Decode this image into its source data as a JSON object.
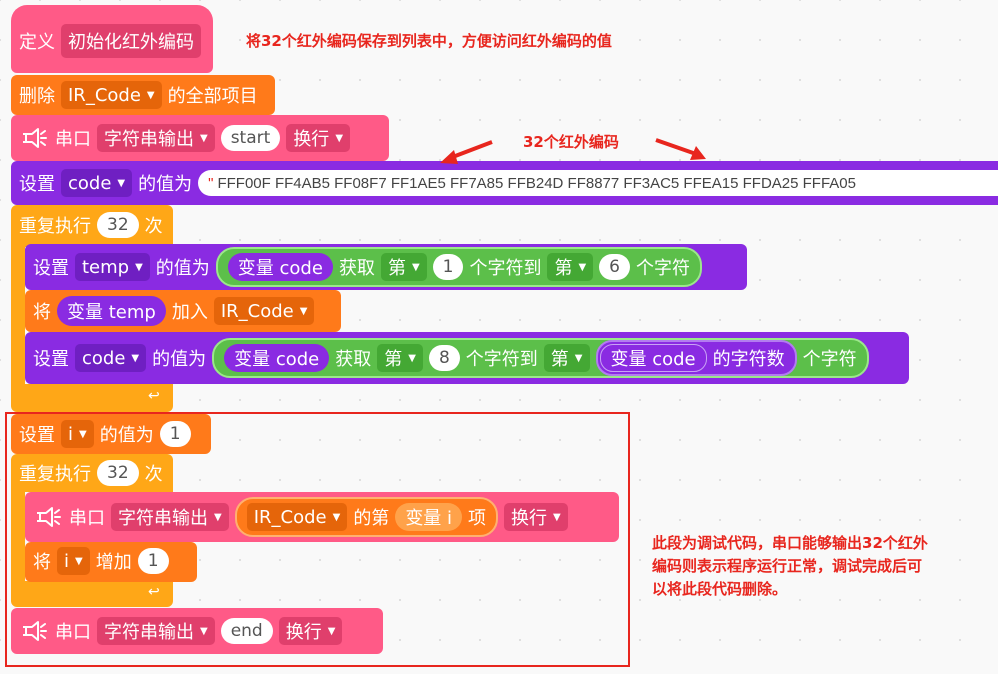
{
  "define": {
    "kw": "定义",
    "name": "初始化红外编码"
  },
  "annotations": {
    "top": "将32个红外编码保存到列表中，方便访问红外编码的值",
    "middle": "32个红外编码",
    "right": [
      "此段为调试代码，串口能够输出32个红外",
      "编码则表示程序运行正常，调试完成后可",
      "以将此段代码删除。"
    ]
  },
  "del": {
    "kw": "删除",
    "list": "IR_Code",
    "tail": "的全部项目"
  },
  "serial1": {
    "kw": "串口",
    "mode": "字符串输出",
    "text": "start",
    "nl": "换行"
  },
  "setcode": {
    "kw": "设置",
    "var": "code",
    "mid": "的值为",
    "value": "FFF00F FF4AB5 FF08F7 FF1AE5 FF7A85 FFB24D FF8877 FF3AC5 FFEA15 FFDA25 FFFA05"
  },
  "repeat1": {
    "kw": "重复执行",
    "count": "32",
    "tail": "次"
  },
  "settemp": {
    "kw": "设置",
    "var": "temp",
    "mid": "的值为",
    "src": "变量 code",
    "op": "获取",
    "nth": "第",
    "from": "1",
    "mid2": "个字符到",
    "nth2": "第",
    "to": "6",
    "tail": "个字符"
  },
  "add": {
    "kw": "将",
    "var": "变量 temp",
    "mid": "加入",
    "list": "IR_Code"
  },
  "setcode2": {
    "kw": "设置",
    "var": "code",
    "mid": "的值为",
    "src": "变量 code",
    "op": "获取",
    "nth": "第",
    "from": "8",
    "mid2": "个字符到",
    "nth2": "第",
    "src2": "变量 code",
    "len": "的字符数",
    "tail": "个字符"
  },
  "seti": {
    "kw": "设置",
    "var": "i",
    "mid": "的值为",
    "value": "1"
  },
  "repeat2": {
    "kw": "重复执行",
    "count": "32",
    "tail": "次"
  },
  "serial2": {
    "kw": "串口",
    "mode": "字符串输出",
    "list": "IR_Code",
    "item_mid": "的第",
    "item_var": "变量 i",
    "item_tail": "项",
    "nl": "换行"
  },
  "inc": {
    "kw": "将",
    "var": "i",
    "mid": "增加",
    "value": "1"
  },
  "serial3": {
    "kw": "串口",
    "mode": "字符串输出",
    "text": "end",
    "nl": "换行"
  },
  "colors": {
    "pink": "#ff5a87",
    "orange": "#ff7a1a",
    "purple": "#8a2be2",
    "yellow": "#ffa717",
    "green": "#5cbf4a",
    "red": "#e8261e"
  }
}
